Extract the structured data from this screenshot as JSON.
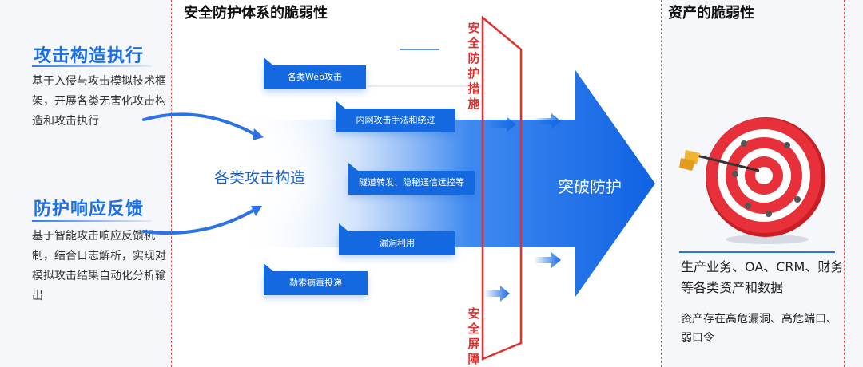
{
  "left": {
    "attack": {
      "title": "攻击构造执行",
      "desc": "基于入侵与攻击模拟技术框架，开展各类无害化攻击构造和攻击执行"
    },
    "feedback": {
      "title": "防护响应反馈",
      "desc": "基于智能攻击响应反馈机制，结合日志解析，实现对模拟攻击结果自动化分析输出"
    }
  },
  "center": {
    "title": "安全防护体系的脆弱性",
    "hub_label": "各类攻击构造",
    "breakthrough_label": "突破防护",
    "attack_types": [
      "各类Web攻击",
      "内网攻击手法和绕过",
      "隧道转发、隐秘通信远控等",
      "漏洞利用",
      "勒索病毒投递"
    ],
    "measures_label": "安全防护措施",
    "barrier_label": "安全屏障"
  },
  "right": {
    "title": "资产的脆弱性",
    "assets": "生产业务、OA、CRM、财务等各类资产和数据",
    "note": "资产存在高危漏洞、高危端口、弱口令"
  },
  "colors": {
    "accent": "#1468e0",
    "barrier": "#e0312f",
    "target": "#d8262a"
  },
  "icons": [
    "target-icon",
    "arrow-icon",
    "curved-arrow-icon"
  ]
}
